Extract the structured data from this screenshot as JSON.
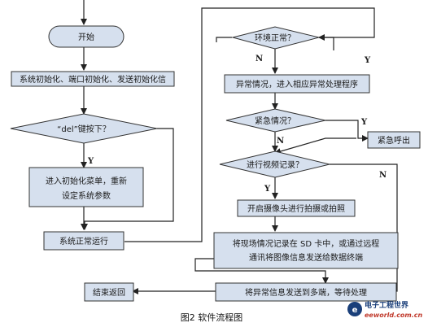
{
  "nodes": {
    "start": "开始",
    "init": "系统初始化、端口初始化、发送初始化信",
    "del_check": "“del”键按下？",
    "menu_line1": "进入初始化菜单，重新",
    "menu_line2": "设定系统参数",
    "normal_run": "系统正常运行",
    "end": "结束返回",
    "env_check": "环境正常？",
    "abnormal": "异常情况，进入相应异常处理程序",
    "emergency_check": "紧急情况？",
    "emergency_call": "紧急呼出",
    "video_check": "进行视频记录？",
    "camera": "开启摄像头进行拍摄或拍照",
    "record_line1": "将现场情况记录在 SD 卡中，或通过远程",
    "record_line2": "通讯将图像信息发送给数据终端",
    "send_info": "将异常信息发送到多端，等待处理"
  },
  "labels": {
    "y": "Y",
    "n": "N"
  },
  "caption": "图2  软件流程图",
  "watermark": {
    "cn": "电子工程世界",
    "en": "eeworld.com.cn"
  },
  "colors": {
    "box_fill": "#d6e0ee",
    "stroke": "#222222"
  }
}
